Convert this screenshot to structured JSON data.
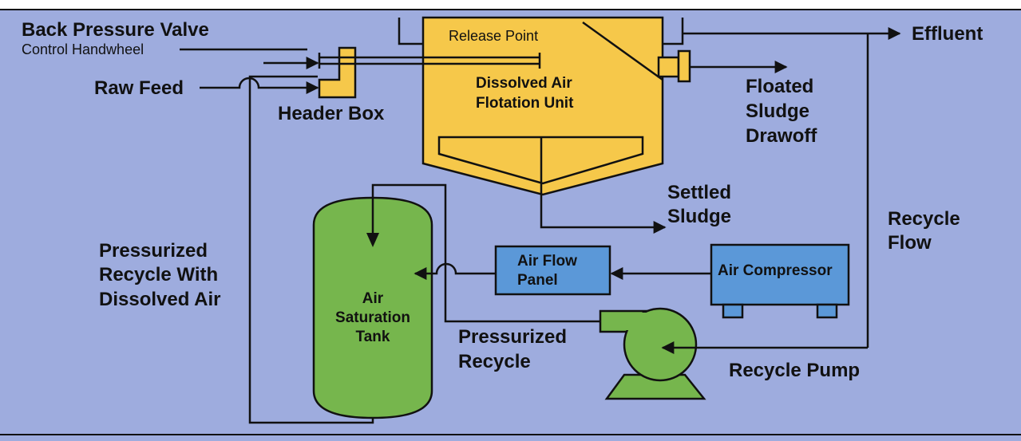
{
  "colors": {
    "background": "#9eacde",
    "tank_yellow": "#f6c84a",
    "tank_green": "#76b64d",
    "panel_blue": "#5b98d8",
    "line": "#111111"
  },
  "labels": {
    "back_pressure_valve": "Back Pressure Valve",
    "control_handwheel": "Control Handwheel",
    "raw_feed": "Raw Feed",
    "header_box": "Header Box",
    "release_point": "Release Point",
    "daf_line1": "Dissolved Air",
    "daf_line2": "Flotation Unit",
    "effluent": "Effluent",
    "floated_line1": "Floated",
    "floated_line2": "Sludge",
    "floated_line3": "Drawoff",
    "settled_line1": "Settled",
    "settled_line2": "Sludge",
    "recycle_flow_line1": "Recycle",
    "recycle_flow_line2": "Flow",
    "prdr_line1": "Pressurized",
    "prdr_line2": "Recycle With",
    "prdr_line3": "Dissolved Air",
    "air_flow_line1": "Air Flow",
    "air_flow_line2": "Panel",
    "air_compressor": "Air Compressor",
    "ast_line1": "Air",
    "ast_line2": "Saturation",
    "ast_line3": "Tank",
    "pr_line1": "Pressurized",
    "pr_line2": "Recycle",
    "recycle_pump": "Recycle Pump"
  }
}
